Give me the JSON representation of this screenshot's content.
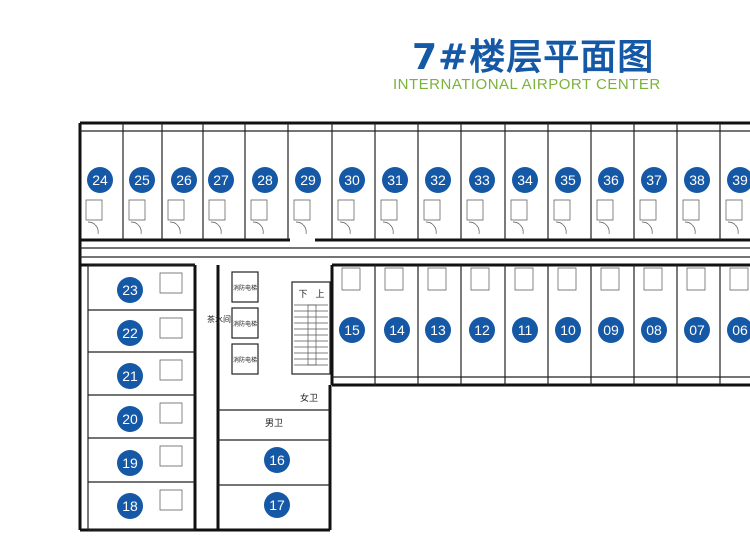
{
  "header": {
    "title": "7#楼层平面图",
    "subtitle": "INTERNATIONAL AIRPORT CENTER"
  },
  "colors": {
    "badge": "#1558a6",
    "title": "#1558a6",
    "subtitle": "#7ab23a"
  },
  "rooms": {
    "top_row": [
      "24",
      "25",
      "26",
      "27",
      "28",
      "29",
      "30",
      "31",
      "32",
      "33",
      "34",
      "35",
      "36",
      "37",
      "38",
      "39"
    ],
    "right_row": [
      "15",
      "14",
      "13",
      "12",
      "11",
      "10",
      "09",
      "08",
      "07",
      "06"
    ],
    "left_column": [
      "23",
      "22",
      "21",
      "20",
      "19",
      "18"
    ],
    "core_rooms": [
      "16",
      "17"
    ]
  },
  "labels": {
    "fire_elevator_1": "消防电梯",
    "fire_elevator_2": "消防电梯",
    "fire_elevator_3": "消防电梯",
    "tea_room": "茶水间",
    "stair_down": "下",
    "stair_up": "上",
    "womens_toilet": "女卫",
    "mens_toilet": "男卫"
  }
}
